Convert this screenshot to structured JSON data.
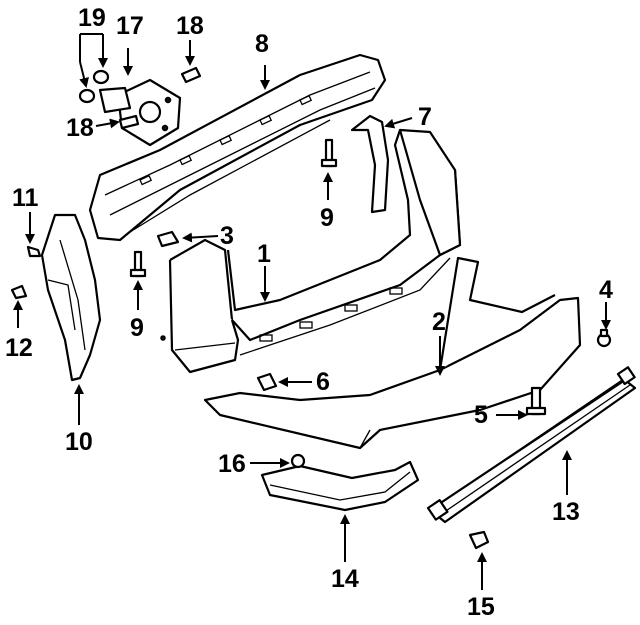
{
  "callouts": {
    "c1": "1",
    "c2": "2",
    "c3": "3",
    "c4": "4",
    "c5": "5",
    "c6": "6",
    "c7": "7",
    "c8": "8",
    "c9a": "9",
    "c9b": "9",
    "c10": "10",
    "c11": "11",
    "c12": "12",
    "c13": "13",
    "c14": "14",
    "c15": "15",
    "c16": "16",
    "c17": "17",
    "c18a": "18",
    "c18b": "18",
    "c19": "19"
  },
  "colors": {
    "ink": "#000000",
    "paper": "#ffffff"
  }
}
